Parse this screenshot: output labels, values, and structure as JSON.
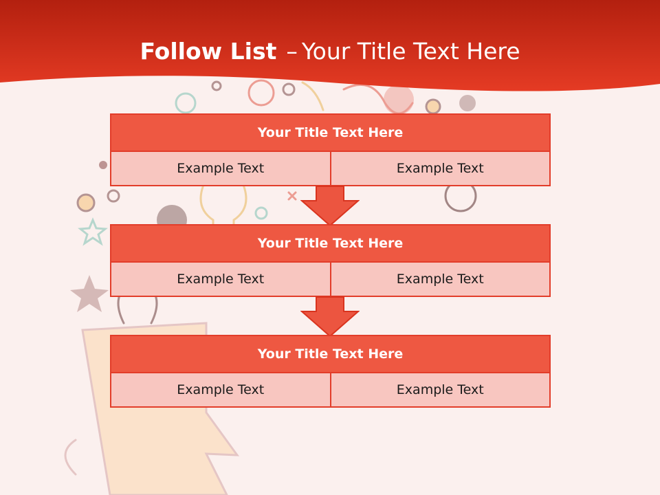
{
  "slide": {
    "title_bold": "Follow List",
    "title_dash": "–",
    "title_rest": "Your Title Text Here"
  },
  "blocks": [
    {
      "title": "Your Title Text Here",
      "cells": [
        "Example Text",
        "Example Text"
      ]
    },
    {
      "title": "Your Title Text Here",
      "cells": [
        "Example Text",
        "Example Text"
      ]
    },
    {
      "title": "Your Title Text Here",
      "cells": [
        "Example Text",
        "Example Text"
      ]
    }
  ],
  "colors": {
    "banner": "#e03a22",
    "header_fill": "#ee5842",
    "cell_fill": "#f8c6c0",
    "border": "#e23d2a",
    "arrow": "#ec5540",
    "background": "#fbf0ee"
  },
  "icons": [
    "decorative-doodle-illustration",
    "down-arrow-icon"
  ]
}
